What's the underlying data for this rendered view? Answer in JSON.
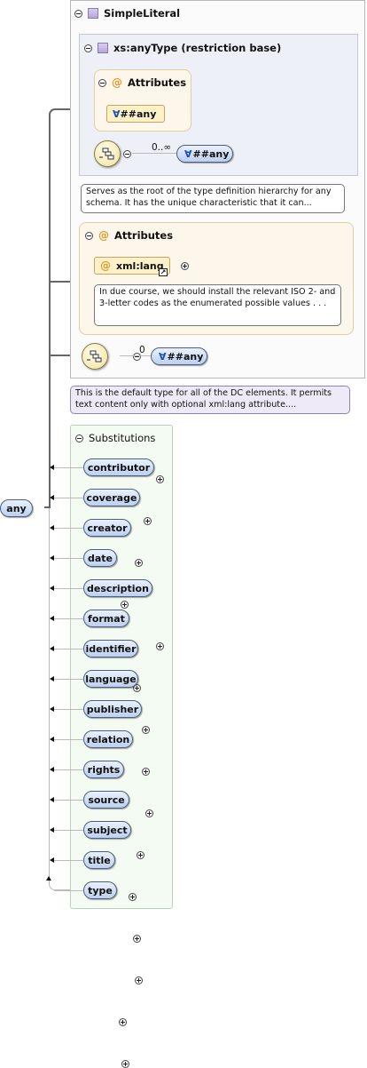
{
  "complex_type": {
    "name": "SimpleLiteral"
  },
  "restriction": {
    "label": "xs:anyType (restriction base)",
    "attributes_label": "Attributes",
    "any_attribute": "##any",
    "any_cardinality": "0..∞",
    "any_element": "##any"
  },
  "restriction_doc": "Serves as the root of the type definition hierarchy for any schema. It has the unique characteristic that it can...",
  "attributes": {
    "label": "Attributes",
    "xml_lang": "xml:lang",
    "doc": "In due course, we should install the relevant ISO 2- and 3-letter codes as the enumerated possible values . . ."
  },
  "outer_any": {
    "cardinality": "0",
    "label": "##any"
  },
  "type_doc": "This is the default type for all of the DC elements. It permits text content only with optional xml:lang attribute....",
  "root": {
    "label": "any"
  },
  "substitutions": {
    "label": "Substitutions",
    "items": [
      "contributor",
      "coverage",
      "creator",
      "date",
      "description",
      "format",
      "identifier",
      "language",
      "publisher",
      "relation",
      "rights",
      "source",
      "subject",
      "title",
      "type"
    ]
  },
  "colors": {
    "element_fill": "#bcd0ef",
    "attribute_fill": "#fdf1c9",
    "substitution_bg": "#f4fbf2"
  }
}
